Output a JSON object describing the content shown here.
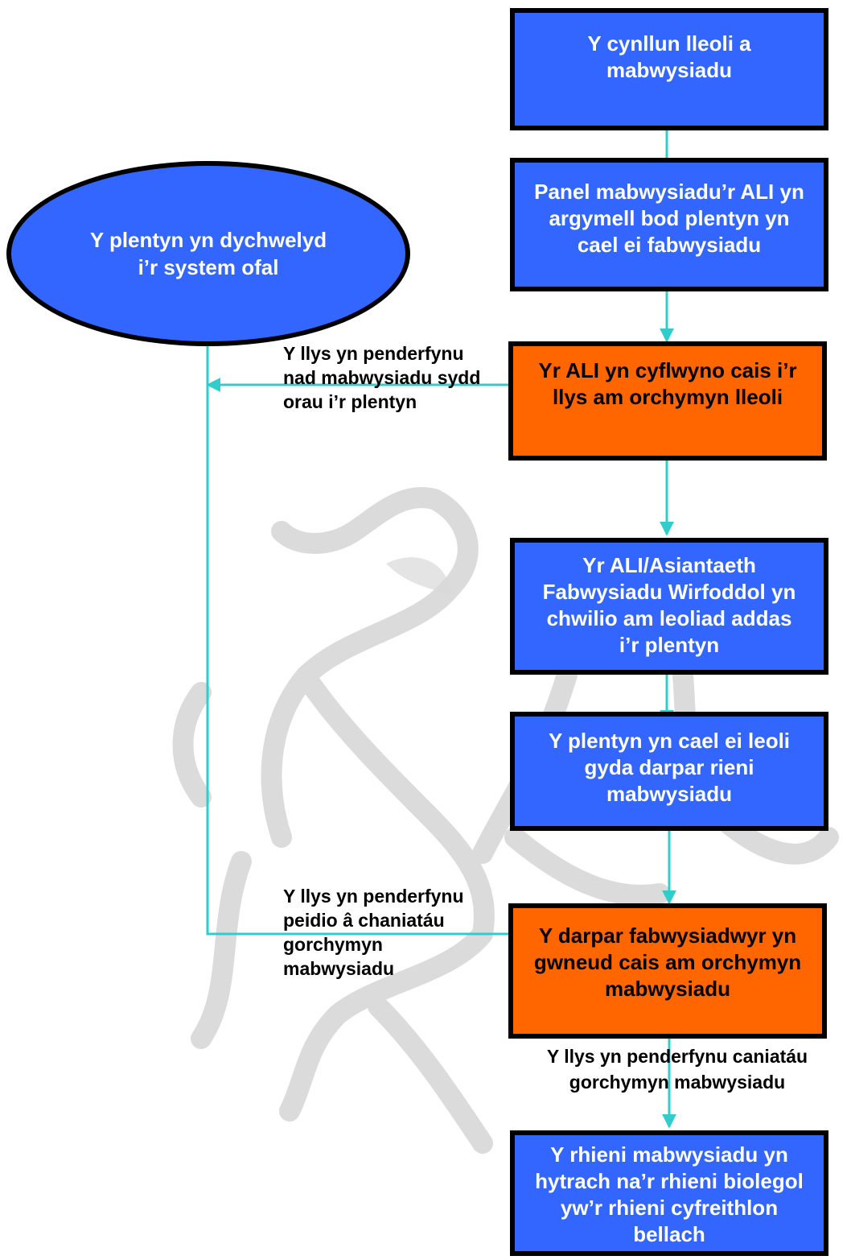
{
  "colors": {
    "blue_box": "#3366ff",
    "orange_box": "#ff6600",
    "connector": "#33cccc",
    "border": "#000000",
    "watermark": "#c8c8c8"
  },
  "watermark": {
    "icon": "welsh-dragon-icon"
  },
  "nodes": {
    "local_plan": "Y cynllun lleoli a mabwysiadu",
    "panel": "Panel mabwysiadu’r ALI yn argymell bod plentyn yn cael ei fabwysiadu",
    "application": "Yr ALI yn cyflwyno cais i’r llys am orchymyn lleoli",
    "search": "Yr ALI/Asiantaeth Fabwysiadu Wirfoddol yn chwilio am leoliad addas i’r plentyn",
    "placed": "Y plentyn yn cael ei leoli gyda darpar rieni mabwysiadu",
    "adoption_application": "Y darpar fabwysiadwyr yn gwneud cais am orchymyn mabwysiadu",
    "legal_parents": "Y rhieni mabwysiadu yn hytrach na’r rhieni biolegol yw’r rhieni cyfreithlon bellach",
    "return_to_care": "Y plentyn yn dychwelyd i’r system ofal"
  },
  "edge_labels": {
    "not_adoption": "Y llys yn penderfynu nad mabwysiadu sydd orau i’r plentyn",
    "refuse_order": "Y llys yn penderfynu peidio â chaniatáu gorchymyn mabwysiadu",
    "grant_order": "Y llys yn penderfynu caniatáu gorchymyn mabwysiadu"
  }
}
